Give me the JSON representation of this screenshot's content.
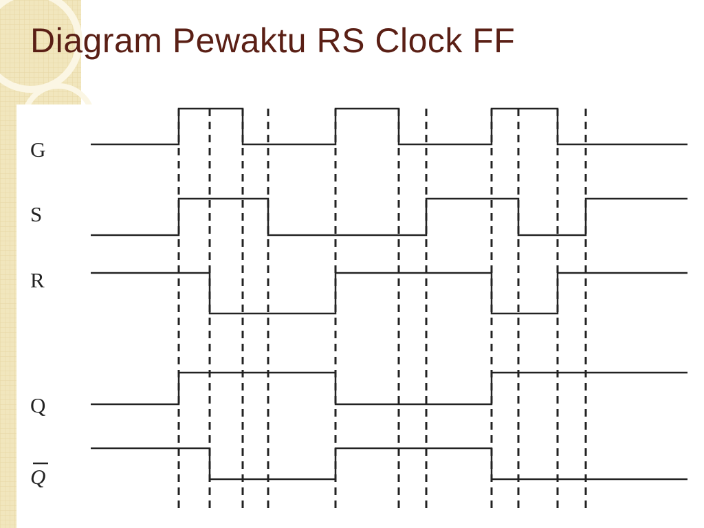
{
  "slide": {
    "title": "Diagram Pewaktu RS Clock FF",
    "title_color": "#5a1f15",
    "background_pattern_color": "#f1e6bd"
  },
  "diagram": {
    "line_color": "#222222",
    "signals": [
      {
        "id": "G",
        "label": "G",
        "levels": [
          0,
          1,
          1,
          0,
          0,
          1,
          0,
          0,
          1,
          1,
          0,
          0
        ]
      },
      {
        "id": "S",
        "label": "S",
        "levels": [
          0,
          1,
          1,
          1,
          0,
          0,
          0,
          1,
          1,
          0,
          0,
          1
        ]
      },
      {
        "id": "R",
        "label": "R",
        "levels": [
          1,
          1,
          0,
          0,
          0,
          1,
          1,
          1,
          0,
          0,
          1,
          1
        ]
      },
      {
        "id": "Q",
        "label": "Q",
        "levels": [
          0,
          1,
          1,
          1,
          1,
          0,
          0,
          0,
          1,
          1,
          1,
          1
        ]
      },
      {
        "id": "Qbar",
        "label": "Q",
        "overline": true,
        "levels": [
          1,
          1,
          0,
          0,
          0,
          1,
          1,
          1,
          0,
          0,
          0,
          0
        ]
      }
    ]
  }
}
